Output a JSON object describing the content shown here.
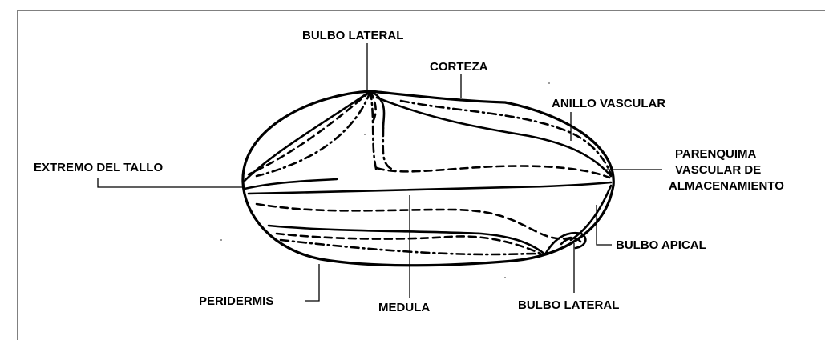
{
  "labels": {
    "bulbo_lateral_top": "BULBO LATERAL",
    "corteza": "CORTEZA",
    "anillo_vascular": "ANILLO VASCULAR",
    "extremo_del_tallo": "EXTREMO DEL TALLO",
    "parenquima_1": "PARENQUIMA",
    "parenquima_2": "VASCULAR DE",
    "parenquima_3": "ALMACENAMIENTO",
    "bulbo_apical": "BULBO APICAL",
    "peridermis": "PERIDERMIS",
    "medula": "MEDULA",
    "bulbo_lateral_bottom": "BULBO LATERAL"
  }
}
